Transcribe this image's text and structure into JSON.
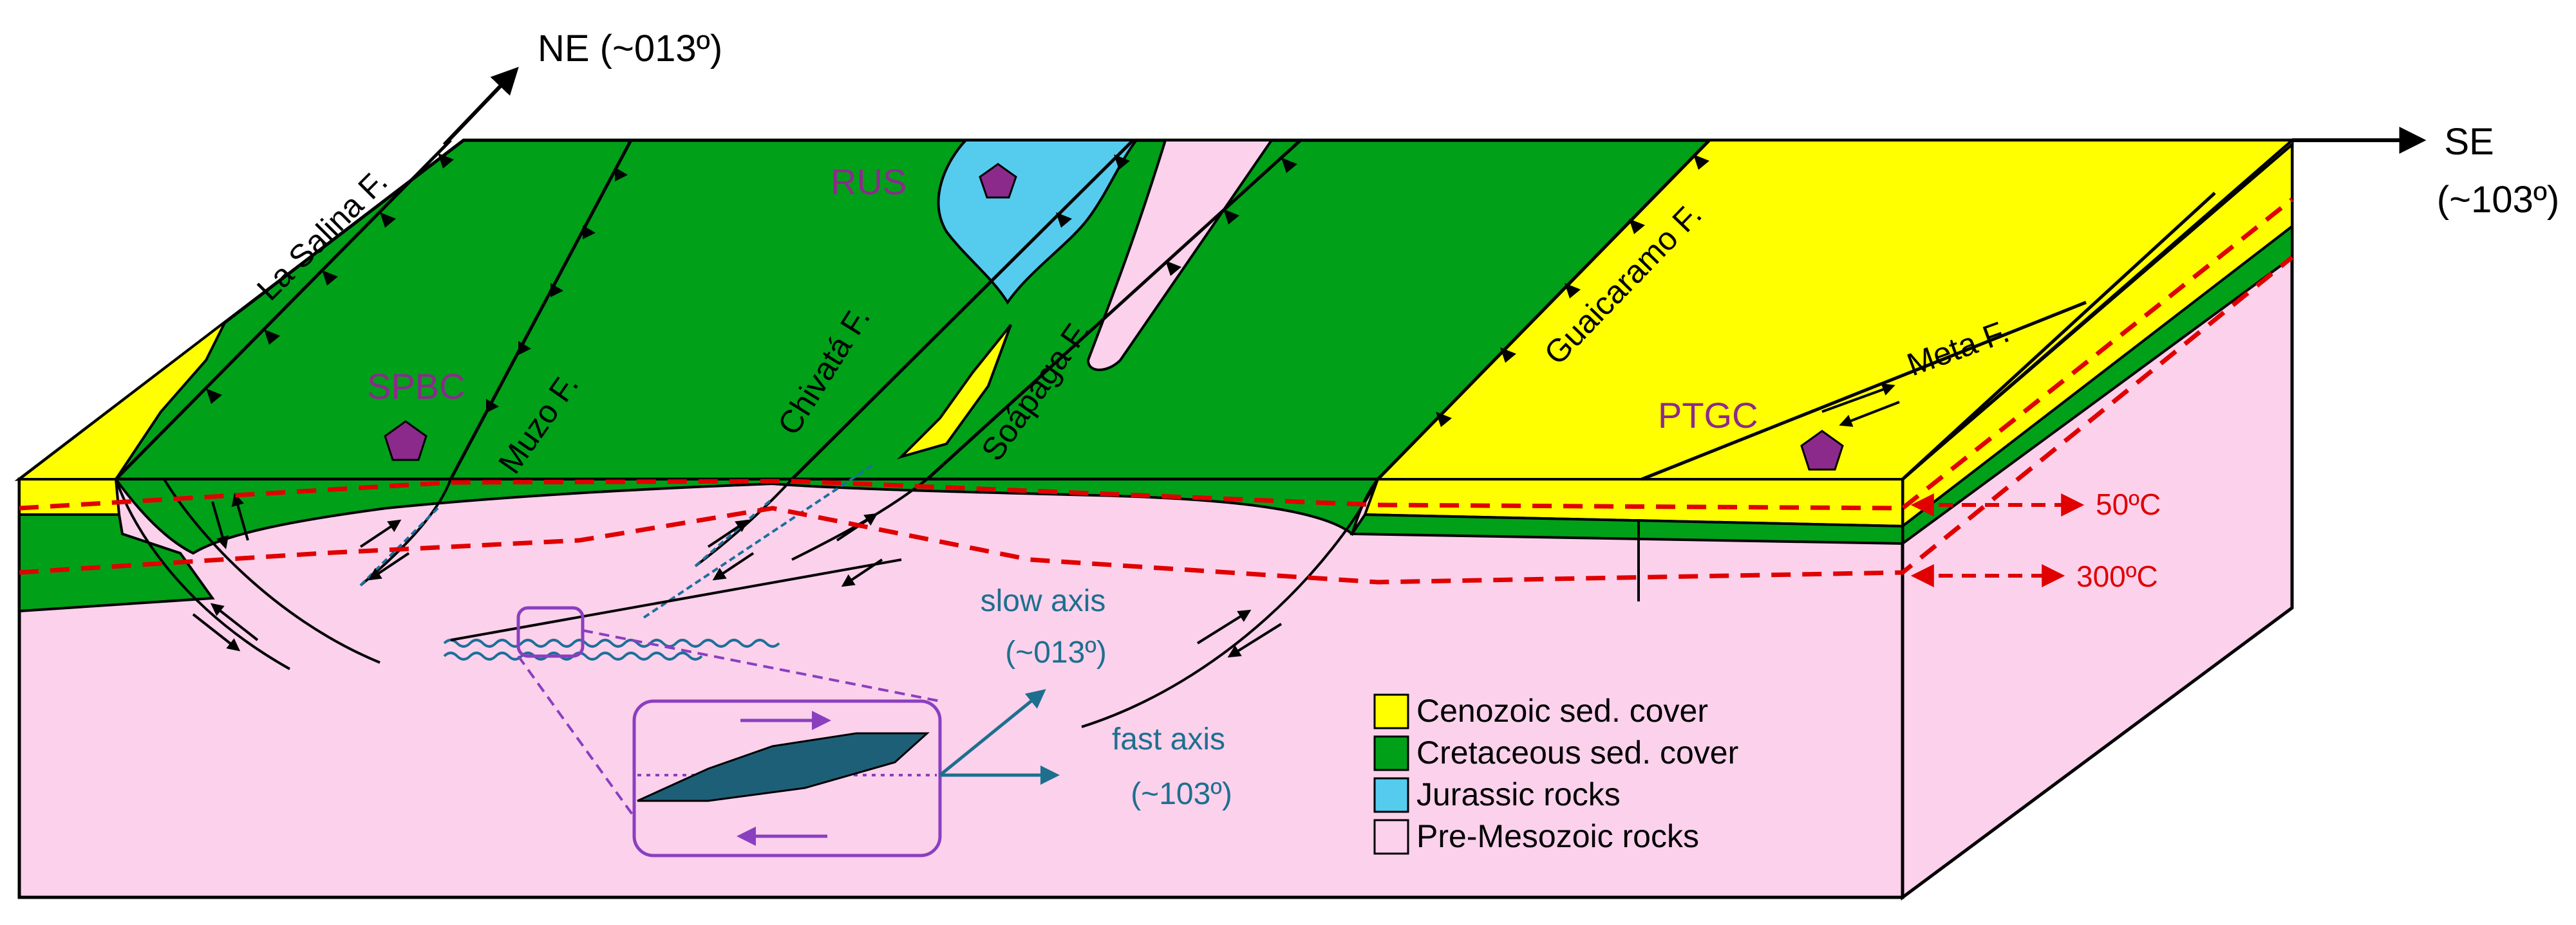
{
  "directions": {
    "ne": "NE (~013º)",
    "se_line1": "SE",
    "se_line2": "(~103º)"
  },
  "faults": {
    "la_salina": "La Salina F.",
    "muzo": "Muzo F.",
    "chivata": "Chivatá F.",
    "soapaga": "Soápaga F.",
    "guaicaramo": "Guaicaramo F.",
    "meta": "Meta F."
  },
  "stations": {
    "rus": "RUS",
    "spbc": "SPBC",
    "ptgc": "PTGC"
  },
  "isotherms": {
    "t50": "50ºC",
    "t300": "300ºC"
  },
  "anisotropy": {
    "slow_line1": "slow axis",
    "slow_line2": "(~013º)",
    "fast_line1": "fast axis",
    "fast_line2": "(~103º)"
  },
  "legend": {
    "items": [
      {
        "label": "Cenozoic sed. cover",
        "color": "#ffff00"
      },
      {
        "label": "Cretaceous sed. cover",
        "color": "#00a019"
      },
      {
        "label": "Jurassic rocks",
        "color": "#55ccee"
      },
      {
        "label": "Pre-Mesozoic rocks",
        "color": "#fbd1ec"
      }
    ]
  },
  "colors": {
    "cenozoic": "#ffff00",
    "cretaceous": "#00a019",
    "jurassic": "#55ccee",
    "pre_mesozoic": "#fbd1ec",
    "isotherm": "#e00000",
    "station": "#8c2a8c",
    "fault_zone": "#1e6f9a",
    "inset": "#8a3fbf",
    "axis": "#1e6f8e"
  }
}
